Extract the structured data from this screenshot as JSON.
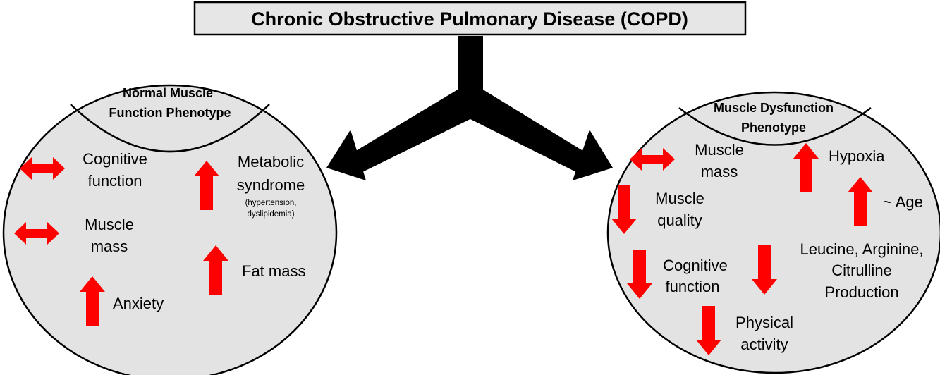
{
  "title": "Chronic Obstructive Pulmonary Disease (COPD)",
  "colors": {
    "indicator": "#ff0000",
    "ellipse_fill": "#e3e3e3",
    "title_fill": "#e6e6e6",
    "connector": "#000000"
  },
  "left_phenotype": {
    "header_line1": "Normal Muscle",
    "header_line2": "Function Phenotype",
    "items": {
      "cognitive": {
        "line1": "Cognitive",
        "line2": "function",
        "indicator": "double-arrow-icon"
      },
      "muscle_mass": {
        "line1": "Muscle",
        "line2": "mass",
        "indicator": "double-arrow-icon"
      },
      "anxiety": {
        "line1": "Anxiety",
        "indicator": "up-arrow-icon"
      },
      "metabolic": {
        "line1": "Metabolic",
        "line2": "syndrome",
        "note1": "(hypertension,",
        "note2": "dyslipidemia)",
        "indicator": "up-arrow-icon"
      },
      "fat_mass": {
        "line1": "Fat mass",
        "indicator": "up-arrow-icon"
      }
    }
  },
  "right_phenotype": {
    "header_line1": "Muscle Dysfunction",
    "header_line2": "Phenotype",
    "items": {
      "muscle_mass": {
        "line1": "Muscle",
        "line2": "mass",
        "indicator": "double-arrow-icon"
      },
      "muscle_quality": {
        "line1": "Muscle",
        "line2": "quality",
        "indicator": "down-arrow-icon"
      },
      "cognitive": {
        "line1": "Cognitive",
        "line2": "function",
        "indicator": "down-arrow-icon"
      },
      "physical_activity": {
        "line1": "Physical",
        "line2": "activity",
        "indicator": "down-arrow-icon"
      },
      "hypoxia": {
        "line1": "Hypoxia",
        "indicator": "up-arrow-icon"
      },
      "age": {
        "line1": "~ Age",
        "indicator": "up-arrow-icon"
      },
      "amino_acids": {
        "line1": "Leucine, Arginine,",
        "line2": "Citrulline",
        "line3": "Production",
        "indicator": "down-arrow-icon"
      }
    }
  }
}
